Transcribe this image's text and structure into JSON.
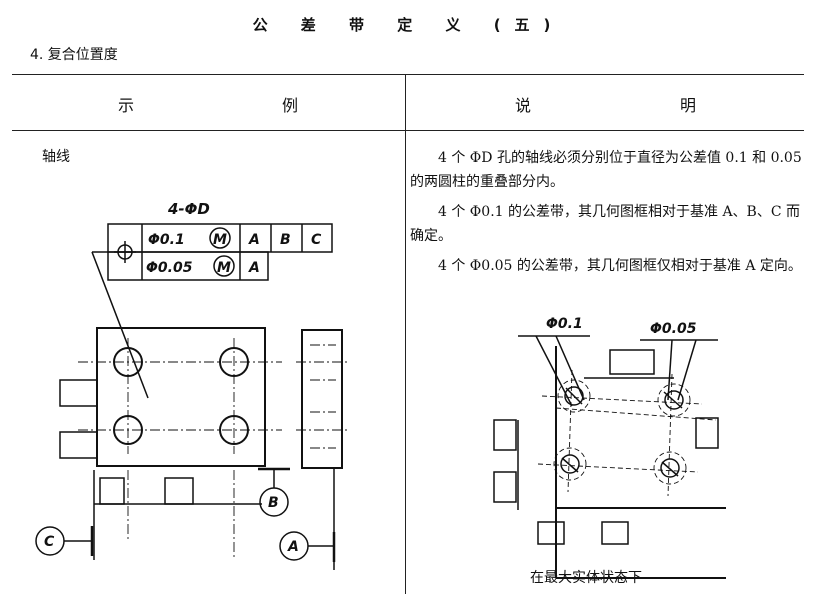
{
  "page": {
    "title": "公 差 带 定 义 (五)",
    "section": "4. 复合位置度"
  },
  "table": {
    "col_example_a": "示",
    "col_example_b": "例",
    "col_desc_a": "说",
    "col_desc_b": "明"
  },
  "example": {
    "label": "轴线",
    "callout": "4-ΦD",
    "frame_row1": [
      "Φ0.1",
      "M",
      "A",
      "B",
      "C"
    ],
    "frame_row2": [
      "Φ0.05",
      "M",
      "A"
    ],
    "datum_a": "A",
    "datum_b": "B",
    "datum_c": "C"
  },
  "description": {
    "paragraphs": [
      "4 个 ΦD 孔的轴线必须分别位于直径为公差值 0.1 和 0.05 的两圆柱的重叠部分内。",
      "4 个 Φ0.1 的公差带，其几何图框相对于基准 A、B、C 而确定。",
      "4 个 Φ0.05 的公差带，其几何图框仅相对于基准 A 定向。"
    ],
    "label_01": "Φ0.1",
    "label_005": "Φ0.05",
    "caption": "在最大实体状态下"
  }
}
